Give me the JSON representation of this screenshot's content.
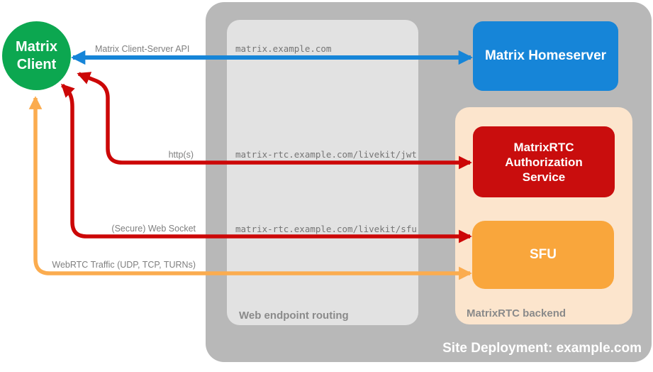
{
  "diagram": {
    "site_label": "Site Deployment: example.com",
    "containers": {
      "outer": {
        "color": "#b8b8b8"
      },
      "web_routing": {
        "label": "Web endpoint routing",
        "color": "#e2e2e2"
      },
      "backend": {
        "label": "MatrixRTC backend",
        "color": "#fce5cd"
      }
    },
    "nodes": {
      "client": {
        "lines": [
          "Matrix",
          "Client"
        ],
        "color": "#0ca750"
      },
      "homeserver": {
        "label": "Matrix Homeserver",
        "color": "#1685d8"
      },
      "auth_service": {
        "lines": [
          "MatrixRTC",
          "Authorization",
          "Service"
        ],
        "color": "#c90d0d"
      },
      "sfu": {
        "label": "SFU",
        "color": "#f9a63c"
      }
    },
    "endpoints": {
      "homeserver": "matrix.example.com",
      "jwt": "matrix-rtc.example.com/livekit/jwt",
      "sfu": "matrix-rtc.example.com/livekit/sfu"
    },
    "arrows": {
      "cs_api": {
        "label": "Matrix Client-Server API",
        "color": "#1685d8",
        "from": "Matrix Client",
        "to": "Matrix Homeserver"
      },
      "http": {
        "label": "http(s)",
        "color": "#cc0707",
        "from": "Matrix Client",
        "to": "MatrixRTC Authorization Service"
      },
      "websocket": {
        "label": "(Secure) Web Socket",
        "color": "#cc0707",
        "from": "Matrix Client",
        "to": "SFU"
      },
      "webrtc": {
        "label": "WebRTC Traffic (UDP, TCP, TURNs)",
        "color": "#fbac4f",
        "from": "Matrix Client",
        "to": "SFU"
      }
    }
  }
}
